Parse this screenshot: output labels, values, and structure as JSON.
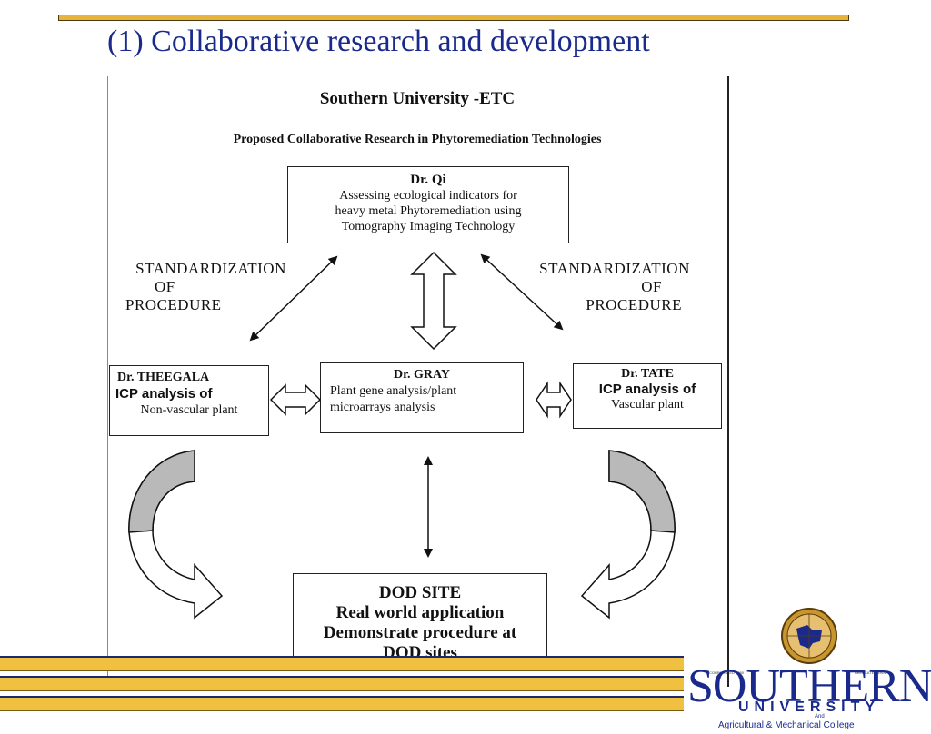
{
  "slide": {
    "title": "(1)  Collaborative research and development"
  },
  "diagram": {
    "heading": "Southern University -ETC",
    "subheading": "Proposed Collaborative Research in Phytoremediation Technologies",
    "qi": {
      "name": "Dr. Qi",
      "line1": "Assessing  ecological indicators for",
      "line2": "heavy metal Phytoremediation using",
      "line3": "Tomography Imaging Technology"
    },
    "theegala": {
      "name": "Dr. THEEGALA",
      "line1": "ICP analysis of",
      "line2": "Non-vascular plant"
    },
    "gray": {
      "name": "Dr. GRAY",
      "line1": "Plant gene analysis/plant",
      "line2": "microarrays analysis"
    },
    "tate": {
      "name": "Dr. TATE",
      "line1": "ICP analysis of",
      "line2": "Vascular plant"
    },
    "dod": {
      "line1": "DOD SITE",
      "line2": "Real world application",
      "line3": "Demonstrate procedure at",
      "line4": "DOD sites"
    },
    "standardization_left": {
      "line1": "STANDARDIZATION",
      "line2": "OF",
      "line3": "PROCEDURE"
    },
    "standardization_right": {
      "line1": "STANDARDIZATION",
      "line2": "OF",
      "line3": "PROCEDURE"
    }
  },
  "logo": {
    "word": "SOUTHERN",
    "university": "UNIVERSITY",
    "and": "And",
    "college": "Agricultural  &  Mechanical  College",
    "incorporated": "INCORPORATED 1880",
    "relocated": "RELOCATED 1914"
  },
  "colors": {
    "title_blue": "#1a2a8c",
    "accent_gold": "#f0c040"
  }
}
